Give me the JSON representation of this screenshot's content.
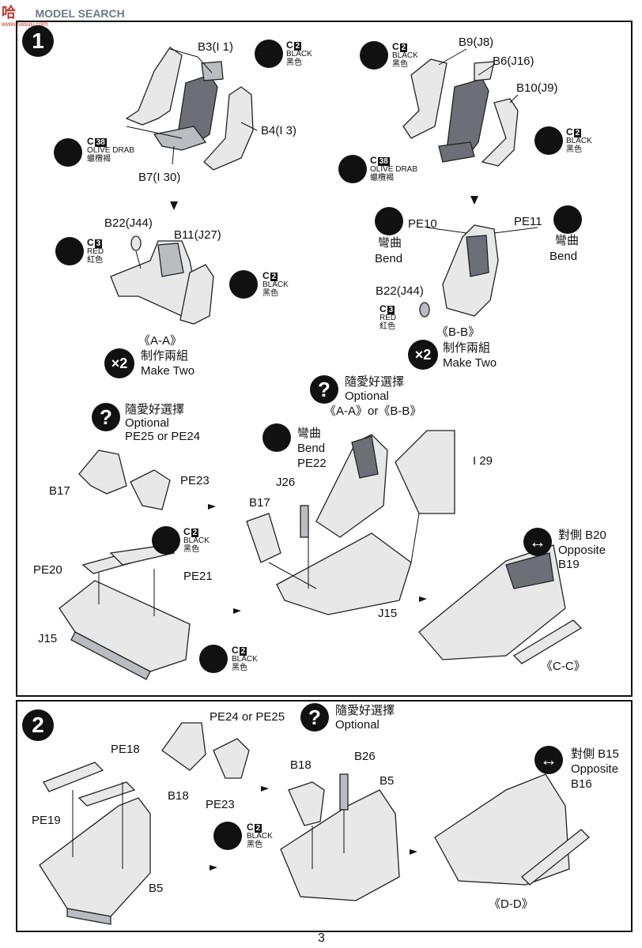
{
  "watermark": {
    "brand": "MODEL SEARCH",
    "url": "www.hasuu.com",
    "glyph": "哈"
  },
  "page_number": "3",
  "step1": {
    "number": "1",
    "labels": {
      "b3": "B3(I 1)",
      "b4": "B4(I 3)",
      "b7": "B7(I 30)",
      "b9": "B9(J8)",
      "b6": "B6(J16)",
      "b10": "B10(J9)",
      "b22a": "B22(J44)",
      "b11": "B11(J27)",
      "pe10": "PE10",
      "pe11": "PE11",
      "b22b": "B22(J44)",
      "aa": "《A-A》",
      "bb": "《B-B》",
      "pe25_24": "PE25 or PE24",
      "pe23": "PE23",
      "b17a": "B17",
      "pe20": "PE20",
      "pe21": "PE21",
      "j15a": "J15",
      "j26": "J26",
      "b17b": "B17",
      "pe22": "PE22",
      "i29": "I 29",
      "j15b": "J15",
      "opp_b20": "對側 B20",
      "opposite": "Opposite",
      "b19": "B19",
      "cc": "《C-C》"
    },
    "paints": {
      "black_code": "C",
      "black_num": "2",
      "black_en": "BLACK",
      "black_zh": "黑色",
      "olive_code": "C",
      "olive_num": "38",
      "olive_en": "OLIVE DRAB",
      "olive_zh": "蠟欖褐",
      "red_code": "C",
      "red_num": "3",
      "red_en": "RED",
      "red_zh": "紅色"
    },
    "bend_zh": "彎曲",
    "bend_en": "Bend",
    "make_two_zh": "制作兩組",
    "make_two_en": "Make Two",
    "times_two": "×2",
    "optional_zh": "隨愛好選擇",
    "optional_en": "Optional",
    "optional_choice": "《A-A》or《B-B》"
  },
  "step2": {
    "number": "2",
    "labels": {
      "pe18": "PE18",
      "pe19": "PE19",
      "b5a": "B5",
      "pe24_25": "PE24 or PE25",
      "b18a": "B18",
      "pe23": "PE23",
      "b18b": "B18",
      "b26": "B26",
      "b5b": "B5",
      "opp_b15": "對側 B15",
      "opposite": "Opposite",
      "b16": "B16",
      "dd": "《D-D》"
    },
    "optional_zh": "隨愛好選擇",
    "optional_en": "Optional"
  },
  "colors": {
    "ink": "#111111",
    "panel_gray": "#b9bcc0",
    "seat_dark": "#6c7076"
  }
}
